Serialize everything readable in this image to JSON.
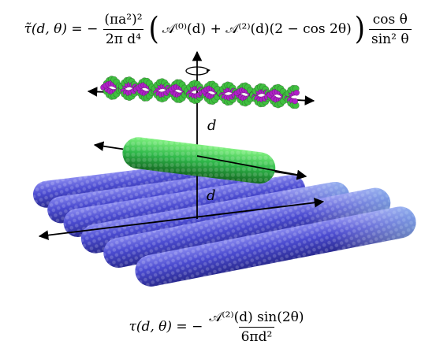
{
  "equations": {
    "top": {
      "lhs": "τ̃(d, θ) = −",
      "prefactor_num": "(πa²)²",
      "prefactor_den": "2π  d⁴",
      "bracket": "𝒜⁽⁰⁾(d) + 𝒜⁽²⁾(d)(2 − cos 2θ)",
      "trig_num": "cos θ",
      "trig_den": "sin² θ"
    },
    "bottom": {
      "lhs": "τ(d, θ) = −",
      "num": "𝒜⁽²⁾(d) sin(2θ)",
      "den": "6πd²"
    }
  },
  "labels": {
    "d_upper": "d",
    "d_lower": "d"
  },
  "colors": {
    "dna_green": "#3fbf3f",
    "dna_purple": "#b020c8",
    "nanotube_green": "#2fb84a",
    "substrate_blue": "#5a5ad8",
    "substrate_teal": "#4aa0c8",
    "axis": "#000000"
  },
  "icons": {
    "rotation": "rotation-arrow-icon"
  }
}
